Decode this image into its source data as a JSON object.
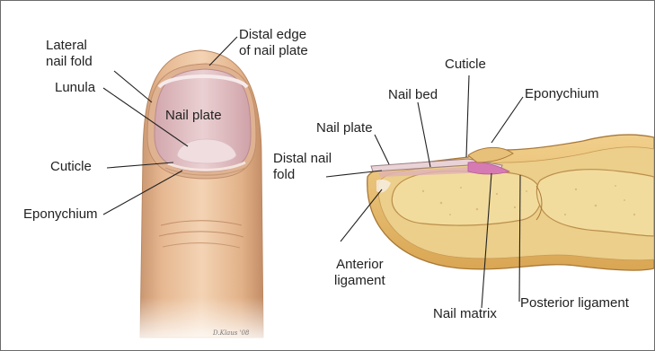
{
  "finger_view": {
    "labels": {
      "lateral_nail_fold": "Lateral\nnail fold",
      "distal_edge": "Distal edge\nof nail plate",
      "nail_plate": "Nail plate",
      "lunula": "Lunula",
      "cuticle": "Cuticle",
      "eponychium": "Eponychium"
    },
    "signature": "D.Klaus '08"
  },
  "cross_section": {
    "labels": {
      "cuticle": "Cuticle",
      "nail_bed": "Nail bed",
      "eponychium": "Eponychium",
      "nail_plate": "Nail plate",
      "distal_nail_fold": "Distal nail\nfold",
      "anterior_ligament": "Anterior\nligament",
      "posterior_ligament": "Posterior ligament",
      "nail_matrix": "Nail matrix"
    }
  },
  "colors": {
    "skin": "#edc7a4",
    "skin_shadow": "#c99670",
    "nail": "#e4c0c4",
    "lunula": "#efdde0",
    "bone": "#ecd28f",
    "tissue": "#d7a55d",
    "matrix": "#d67ab4",
    "leader": "#222222"
  }
}
